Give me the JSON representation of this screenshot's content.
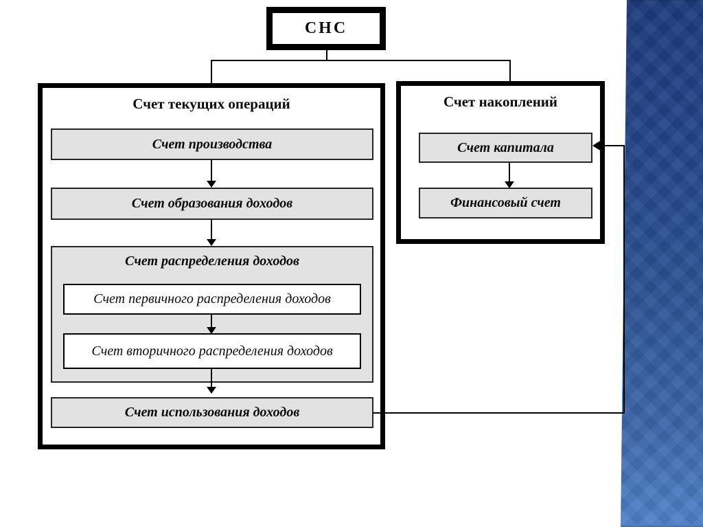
{
  "slide": {
    "background_color": "#ffffff",
    "accent_bar": {
      "top_color": "#1d3b7c",
      "middle_color": "#2d5394",
      "bottom_color": "#5082c8"
    }
  },
  "diagram": {
    "root_label": "СНС",
    "box_fill_color": "#e2e2e2",
    "current_operations": {
      "title": "Счет текущих операций",
      "production": "Счет производства",
      "income_generation": "Счет образования доходов",
      "income_distribution": "Счет распределения доходов",
      "primary_distribution": "Счет первичного распределения доходов",
      "secondary_distribution": "Счет вторичного распределения доходов",
      "income_use": "Счет использования доходов"
    },
    "accumulation": {
      "title": "Счет накоплений",
      "capital": "Счет капитала",
      "financial": "Финансовый счет"
    }
  }
}
